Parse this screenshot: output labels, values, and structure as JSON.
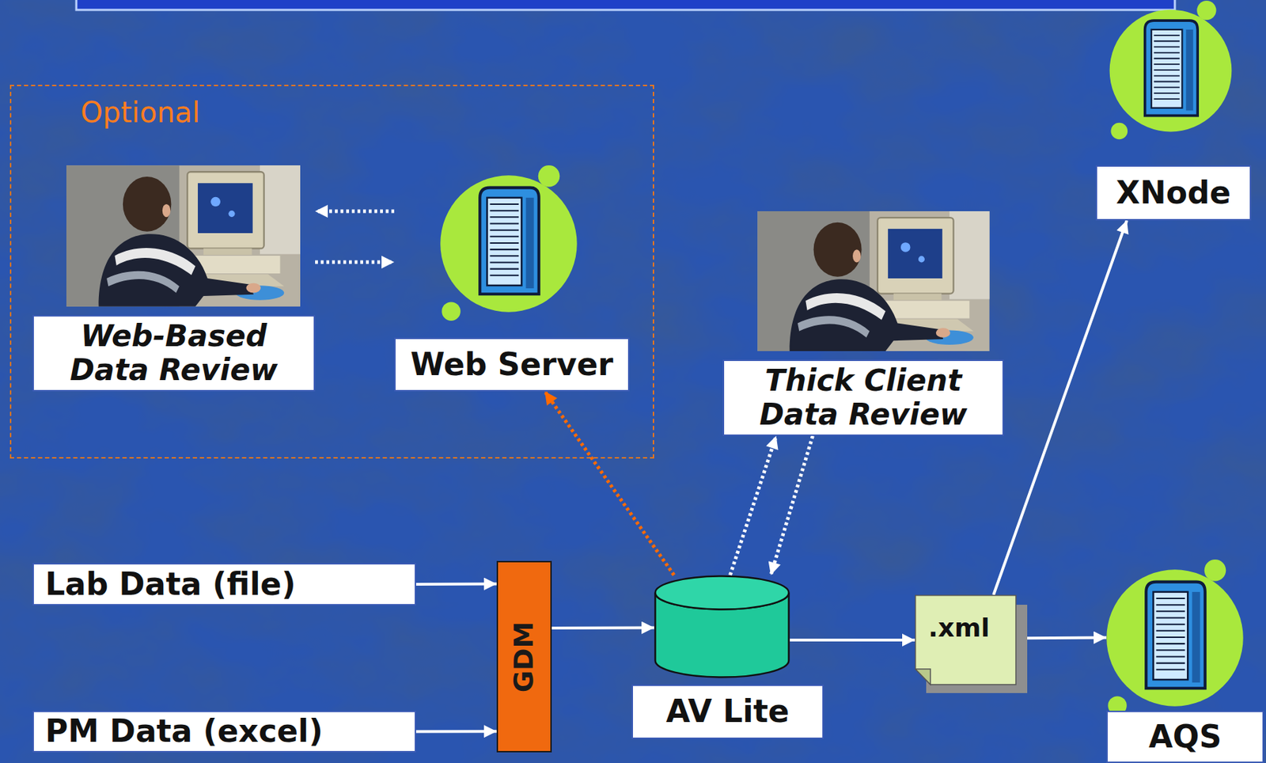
{
  "diagram": {
    "nodes": [
      {
        "text": [
          "Optional"
        ]
      },
      {
        "text": [
          "Web-Based Data Review"
        ],
        "in": 0
      },
      {
        "text": [
          "Web Server"
        ],
        "in": 0
      },
      {
        "text": [
          "XNode"
        ]
      },
      {
        "text": [
          "Thick Client Data Review"
        ]
      },
      {
        "text": [
          "Lab Data (file)"
        ]
      },
      {
        "text": [
          "PM Data (excel)"
        ]
      },
      {
        "text": [
          "GDM"
        ]
      },
      {
        "text": [
          "AV Lite"
        ]
      },
      {
        "text": [
          ".xml"
        ]
      },
      {
        "text": [
          "AQS"
        ]
      }
    ],
    "edges": [
      {
        "from": 2,
        "to": 1,
        "arrow": "to"
      },
      {
        "from": 1,
        "to": 2,
        "arrow": "to"
      },
      {
        "from": 8,
        "to": 2,
        "arrow": "to"
      },
      {
        "from": 8,
        "to": 4,
        "arrow": "to"
      },
      {
        "from": 4,
        "to": 8,
        "arrow": "to"
      },
      {
        "from": 5,
        "to": 7,
        "arrow": "to"
      },
      {
        "from": 6,
        "to": 7,
        "arrow": "to"
      },
      {
        "from": 7,
        "to": 8,
        "arrow": "to"
      },
      {
        "from": 8,
        "to": 9,
        "arrow": "to"
      },
      {
        "from": 9,
        "to": 10,
        "arrow": "to"
      },
      {
        "from": 9,
        "to": 3,
        "arrow": "to"
      }
    ]
  }
}
